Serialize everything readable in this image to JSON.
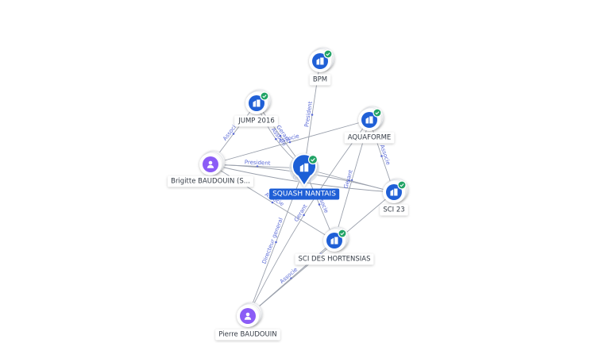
{
  "colors": {
    "edge": "#9aa0ac",
    "edge_label": "#5b6bd6",
    "company": "#1f5fd6",
    "person": "#8b5cf6",
    "check": "#21a366",
    "main_label_bg": "#1f5fd6",
    "label_bg": "#ffffff"
  },
  "icons": {
    "company": "building-icon",
    "person": "person-icon",
    "verified": "check-badge-icon"
  },
  "nodes": [
    {
      "id": "squash",
      "label": "SQUASH NANTAIS",
      "type": "company",
      "main": true,
      "verified": true
    },
    {
      "id": "bpm",
      "label": "BPM",
      "type": "company",
      "verified": true
    },
    {
      "id": "jump",
      "label": "JUMP 2016",
      "type": "company",
      "verified": true
    },
    {
      "id": "aquaforme",
      "label": "AQUAFORME",
      "type": "company",
      "verified": true
    },
    {
      "id": "sci23",
      "label": "SCI 23",
      "type": "company",
      "verified": true
    },
    {
      "id": "scihort",
      "label": "SCI DES HORTENSIAS",
      "type": "company",
      "verified": true
    },
    {
      "id": "brigitte",
      "label": "Brigitte BAUDOUIN (S...",
      "type": "person",
      "verified": false
    },
    {
      "id": "pierre",
      "label": "Pierre BAUDOUIN",
      "type": "person",
      "verified": false
    }
  ],
  "edges": [
    {
      "from": "squash",
      "to": "bpm",
      "label": "President"
    },
    {
      "from": "jump",
      "to": "squash",
      "label": "Gerant"
    },
    {
      "from": "jump",
      "to": "squash",
      "label": "Associe"
    },
    {
      "from": "brigitte",
      "to": "jump",
      "label": "Associe"
    },
    {
      "from": "brigitte",
      "to": "squash",
      "label": "President"
    },
    {
      "from": "brigitte",
      "to": "aquaforme",
      "label": "Associe"
    },
    {
      "from": "brigitte",
      "to": "sci23",
      "label": "Gerant"
    },
    {
      "from": "brigitte",
      "to": "sci23",
      "label": "Associe"
    },
    {
      "from": "brigitte",
      "to": "scihort",
      "label": "Associe"
    },
    {
      "from": "aquaforme",
      "to": "scihort",
      "label": "Gerant"
    },
    {
      "from": "aquaforme",
      "to": "sci23",
      "label": "Associe"
    },
    {
      "from": "pierre",
      "to": "squash",
      "label": "Directeur general"
    },
    {
      "from": "pierre",
      "to": "scihort",
      "label": "Associe"
    },
    {
      "from": "pierre",
      "to": "aquaforme",
      "label": "Gerant"
    },
    {
      "from": "pierre",
      "to": "sci23",
      "label": ""
    },
    {
      "from": "squash",
      "to": "scihort",
      "label": "Associe"
    },
    {
      "from": "squash",
      "to": "sci23",
      "label": ""
    }
  ]
}
